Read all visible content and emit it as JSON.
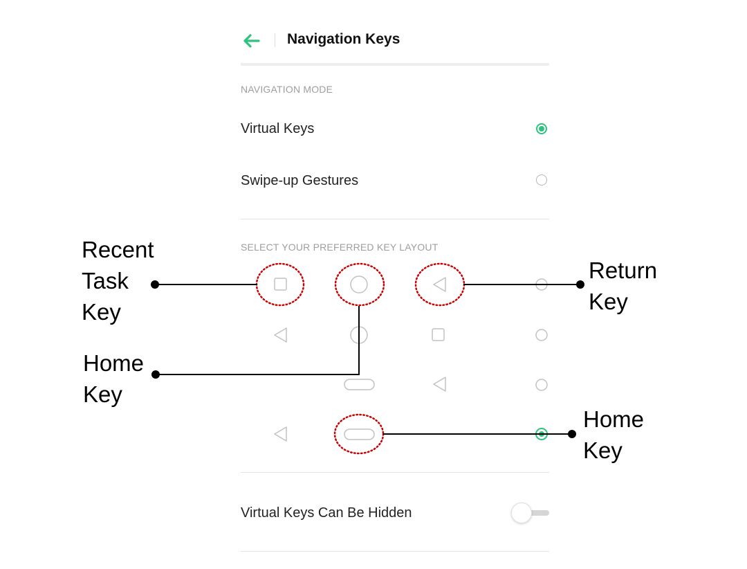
{
  "header": {
    "title": "Navigation Keys",
    "back_icon": "arrow-left-icon",
    "accent_color": "#2ec27e"
  },
  "navigation_mode": {
    "section_label": "NAVIGATION MODE",
    "options": [
      {
        "label": "Virtual Keys",
        "selected": true
      },
      {
        "label": "Swipe-up Gestures",
        "selected": false
      }
    ]
  },
  "key_layout": {
    "section_label": "SELECT YOUR PREFERRED KEY LAYOUT",
    "rows": [
      {
        "keys": [
          "recent-task-square-icon",
          "home-circle-icon",
          "return-triangle-icon"
        ],
        "selected": false
      },
      {
        "keys": [
          "return-triangle-icon",
          "home-circle-icon",
          "recent-task-square-icon"
        ],
        "selected": false
      },
      {
        "keys": [
          "home-pill-icon",
          "return-triangle-icon"
        ],
        "selected": false
      },
      {
        "keys": [
          "return-triangle-icon",
          "home-pill-icon"
        ],
        "selected": true
      }
    ]
  },
  "hidden_keys": {
    "label": "Virtual Keys Can Be Hidden",
    "enabled": false
  },
  "annotations": {
    "recent_task": [
      "Recent",
      "Task",
      "Key"
    ],
    "return": [
      "Return",
      "Key"
    ],
    "home_left": [
      "Home",
      "Key"
    ],
    "home_right": [
      "Home",
      "Key"
    ],
    "highlight_color": "#cc0000"
  }
}
